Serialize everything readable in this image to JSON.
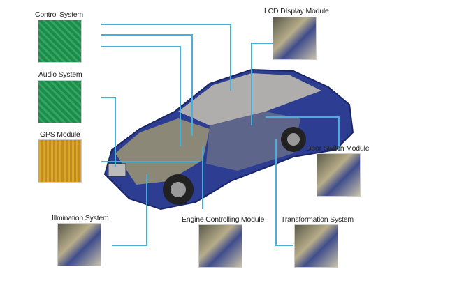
{
  "modules": {
    "control": "Control System",
    "audio": "Audio System",
    "gps": "GPS  Module",
    "lcd": "LCD DIsplay Module",
    "door": "Door Switch Module",
    "illumination": "Illmination System",
    "engine": "Engine Controlling Module",
    "transformation": "Transformation System"
  },
  "colors": {
    "line": "#45b0db",
    "car": "#2a3a8c"
  }
}
